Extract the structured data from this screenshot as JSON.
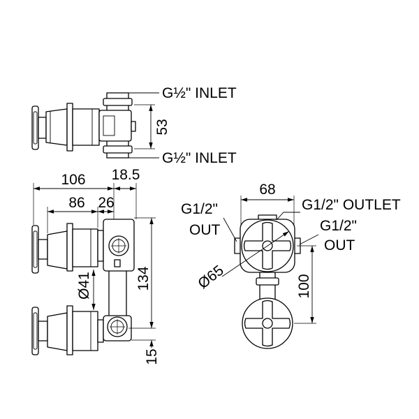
{
  "top_view": {
    "inlet_top_label": "G½\" INLET",
    "inlet_bottom_label": "G½\" INLET",
    "dim_height": "53"
  },
  "side_view": {
    "dim_total_depth": "106",
    "dim_offset": "18.5",
    "dim_body_depth": "86",
    "dim_valve_depth": "26",
    "dim_sleeve_diameter": "Ø41",
    "dim_center_distance": "134",
    "dim_bottom": "15"
  },
  "front_view": {
    "dim_width": "68",
    "out_left_line1": "G1/2\"",
    "out_left_line2": "OUT",
    "outlet_label": "G1/2\" OUTLET",
    "out_right_line1": "G1/2\"",
    "out_right_line2": "OUT",
    "dim_diameter": "Ø65",
    "dim_center_distance": "100"
  },
  "colors": {
    "line": "#000000",
    "background": "#ffffff"
  }
}
